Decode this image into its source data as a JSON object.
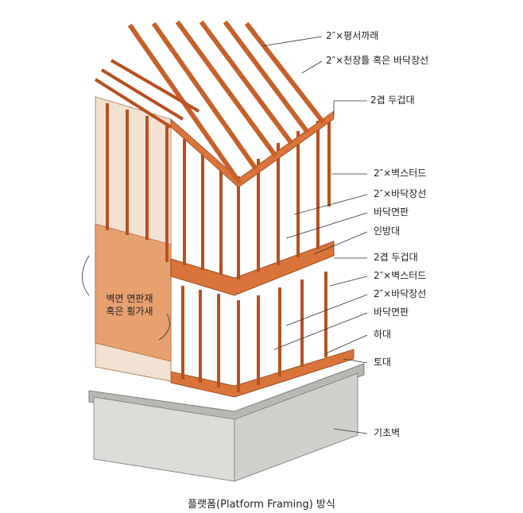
{
  "labels": [
    "2″×평서까래",
    "2″×천장틀 혹은 바닥장선",
    "2겹 두겁대",
    "2″×벽스터드",
    "2″×바닥장선",
    "바닥면판",
    "인방대",
    "2겹 두겁대",
    "2″×벽스터드",
    "2″×바닥장선",
    "바닥면판",
    "하대",
    "토대",
    "기초벽"
  ],
  "side_label": {
    "line1": "벽면 면판재",
    "line2": "혹은 횡가새"
  },
  "caption": "플랫폼(Platform Framing) 방식",
  "colors": {
    "wood": "#d9743a",
    "wood_dark": "#b8501f",
    "sheathing": "#efd9c4",
    "foundation": "#d8d8d4"
  }
}
